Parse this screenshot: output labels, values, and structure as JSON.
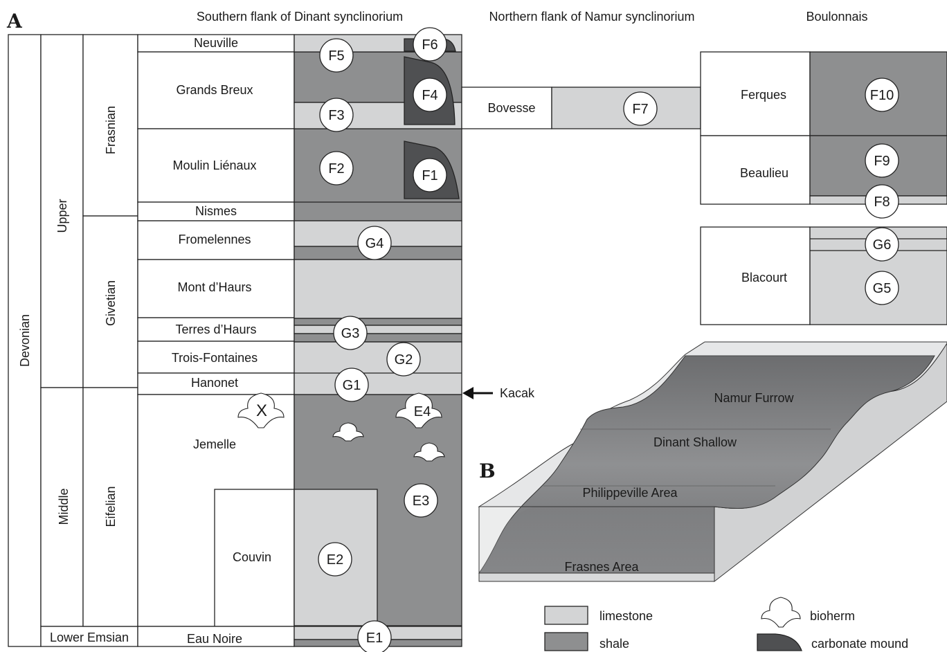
{
  "panel_a_label": "A",
  "panel_b_label": "B",
  "region_headers": {
    "dinant": "Southern flank of Dinant synclinorium",
    "namur": "Northern flank of Namur synclinorium",
    "boulonnais": "Boulonnais"
  },
  "chrono": {
    "system": "Devonian",
    "upper": "Upper",
    "middle": "Middle",
    "lower_emsian": "Lower Emsian",
    "frasnian": "Frasnian",
    "givetian": "Givetian",
    "eifelian": "Eifelian"
  },
  "formations": {
    "neuville": "Neuville",
    "grands_breux": "Grands Breux",
    "moulin_lienaux": "Moulin Liénaux",
    "nismes": "Nismes",
    "fromelennes": "Fromelennes",
    "mont_dhaurs": "Mont d’Haurs",
    "terres_dhaurs": "Terres d’Haurs",
    "trois_fontaines": "Trois-Fontaines",
    "hanonet": "Hanonet",
    "jemelle": "Jemelle",
    "couvin": "Couvin",
    "eau_noire": "Eau Noire",
    "bovesse": "Bovesse",
    "ferques": "Ferques",
    "beaulieu": "Beaulieu",
    "blacourt": "Blacourt"
  },
  "sites": {
    "F1": "F1",
    "F2": "F2",
    "F3": "F3",
    "F4": "F4",
    "F5": "F5",
    "F6": "F6",
    "F7": "F7",
    "F8": "F8",
    "F9": "F9",
    "F10": "F10",
    "G1": "G1",
    "G2": "G2",
    "G3": "G3",
    "G4": "G4",
    "G5": "G5",
    "G6": "G6",
    "E1": "E1",
    "E2": "E2",
    "E3": "E3",
    "E4": "E4",
    "X": "X"
  },
  "kacak_label": "Kacak",
  "block_labels": {
    "namur_furrow": "Namur Furrow",
    "dinant_shallow": "Dinant Shallow",
    "philippeville": "Philippeville Area",
    "frasnes": "Frasnes Area"
  },
  "legend": {
    "limestone": "limestone",
    "shale": "shale",
    "bioherm": "bioherm",
    "carbonate_mound": "carbonate mound"
  },
  "colors": {
    "limestone": "#d3d4d5",
    "shale": "#8e8f90",
    "carbonate_mound": "#4f5052"
  }
}
